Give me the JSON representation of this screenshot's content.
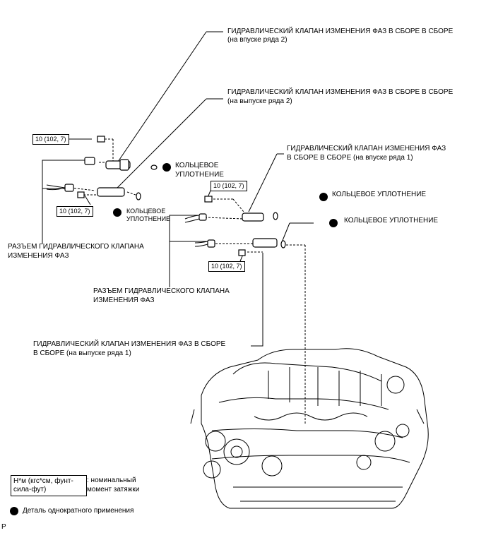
{
  "labels": {
    "intake_bank2": "ГИДРАВЛИЧЕСКИЙ КЛАПАН ИЗМЕНЕНИЯ ФАЗ В СБОРЕ В СБОРЕ",
    "intake_bank2_sub": "(на впуске ряда 2)",
    "exhaust_bank2": "ГИДРАВЛИЧЕСКИЙ КЛАПАН ИЗМЕНЕНИЯ ФАЗ В СБОРЕ В СБОРЕ",
    "exhaust_bank2_sub": "(на выпуске ряда 2)",
    "intake_bank1": "ГИДРАВЛИЧЕСКИЙ КЛАПАН ИЗМЕНЕНИЯ ФАЗ\nВ СБОРЕ В СБОРЕ (на впуске ряда 1)",
    "oring_1": "КОЛЬЦЕВОЕ\nУПЛОТНЕНИЕ",
    "oring_2": "КОЛЬЦЕВОЕ\nУПЛОТНЕНИЕ",
    "oring_3": "КОЛЬЦЕВОЕ УПЛОТНЕНИЕ",
    "oring_4": "КОЛЬЦЕВОЕ УПЛОТНЕНИЕ",
    "connector_left": "РАЗЪЕМ ГИДРАВЛИЧЕСКОГО КЛАПАНА\nИЗМЕНЕНИЯ ФАЗ",
    "connector_mid": "РАЗЪЕМ ГИДРАВЛИЧЕСКОГО КЛАПАНА\nИЗМЕНЕНИЯ ФАЗ",
    "exhaust_bank1": "ГИДРАВЛИЧЕСКИЙ КЛАПАН ИЗМЕНЕНИЯ ФАЗ В СБОРЕ\nВ СБОРЕ (на выпуске ряда 1)"
  },
  "torques": {
    "t1": "10 (102, 7)",
    "t2": "10 (102, 7)",
    "t3": "10 (102, 7)",
    "t4": "10 (102, 7)"
  },
  "legend": {
    "unit_box": "Н*м (кгс*см, фунт-\nсила-фут)",
    "unit_desc": ": номинальный\nмомент затяжки",
    "nonreusable": "Деталь однократного применения"
  },
  "corner": "P"
}
